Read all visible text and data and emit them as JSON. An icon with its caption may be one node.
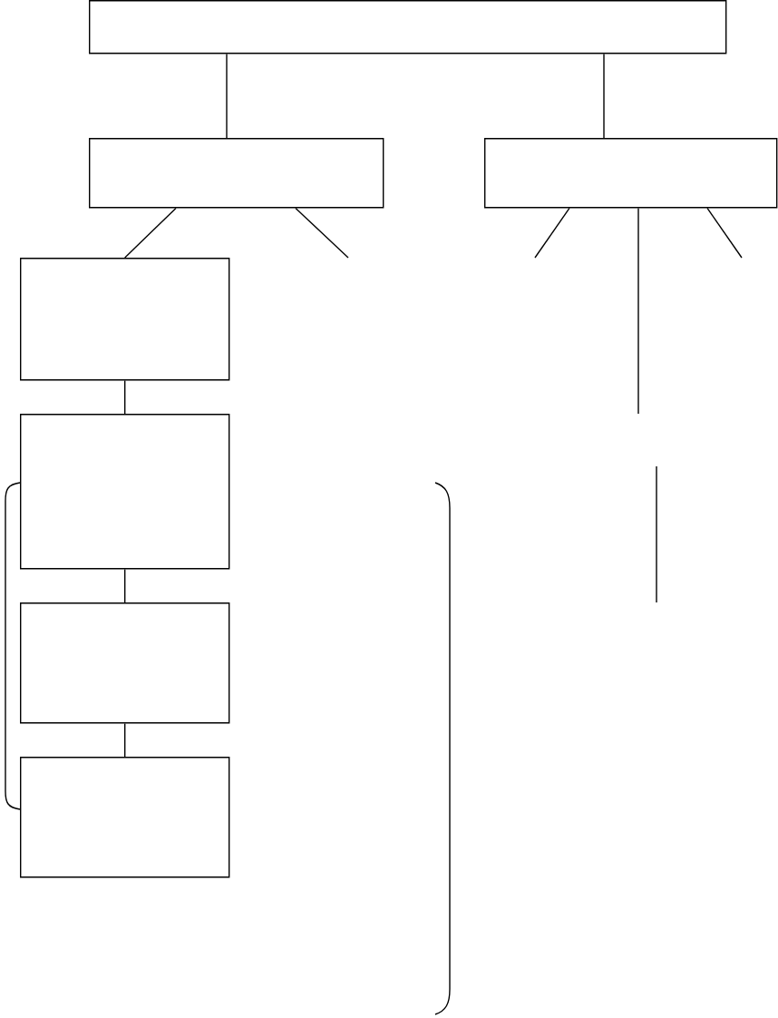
{
  "diagram": {
    "nodes": [
      {
        "text": [],
        "shape": "box"
      },
      {
        "text": [],
        "shape": "box"
      },
      {
        "text": [],
        "shape": "box"
      },
      {
        "text": [],
        "shape": "box"
      },
      {
        "text": [],
        "shape": "box"
      },
      {
        "text": [],
        "shape": "box"
      },
      {
        "text": [],
        "shape": "box"
      }
    ],
    "edges": [
      {
        "from": 0,
        "to": 1,
        "arrow": "none"
      },
      {
        "from": 0,
        "to": 2,
        "arrow": "none"
      },
      {
        "from": 1,
        "to": 3,
        "arrow": "none"
      },
      {
        "from": 1,
        "to": null,
        "arrow": "none"
      },
      {
        "from": 2,
        "to": null,
        "arrow": "none"
      },
      {
        "from": 2,
        "to": null,
        "arrow": "none"
      },
      {
        "from": 2,
        "to": null,
        "arrow": "none"
      },
      {
        "from": 3,
        "to": 4,
        "arrow": "none"
      },
      {
        "from": 4,
        "to": 5,
        "arrow": "none"
      },
      {
        "from": 5,
        "to": 6,
        "arrow": "none"
      }
    ]
  }
}
